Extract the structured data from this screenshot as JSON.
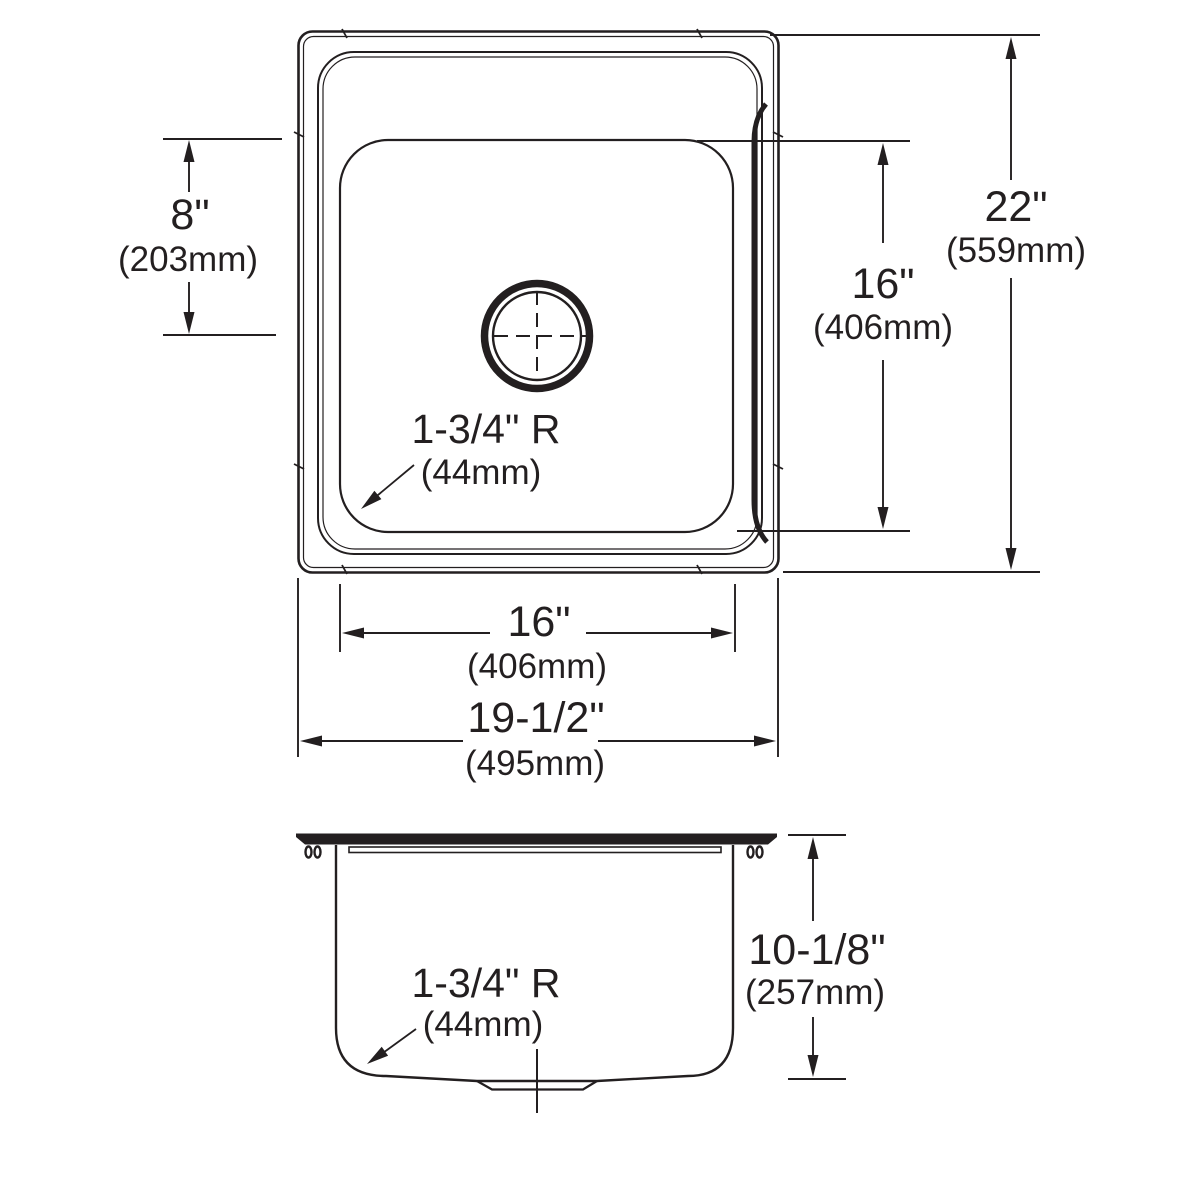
{
  "drawing": {
    "title": "Single bowl sink dimension drawing",
    "colors": {
      "ink": "#231f20",
      "background": "#ffffff"
    }
  },
  "top_view": {
    "dim_drain_offset": {
      "in": "8\"",
      "mm": "(203mm)"
    },
    "dim_overall_depth": {
      "in": "22\"",
      "mm": "(559mm)"
    },
    "dim_bowl_depth": {
      "in": "16\"",
      "mm": "(406mm)"
    },
    "dim_bowl_width": {
      "in": "16\"",
      "mm": "(406mm)"
    },
    "dim_overall_width": {
      "in": "19-1/2\"",
      "mm": "(495mm)"
    },
    "radius_note": {
      "line1": "1-3/4\" R",
      "line2": "(44mm)"
    }
  },
  "side_view": {
    "dim_bowl_height": {
      "in": "10-1/8\"",
      "mm": "(257mm)"
    },
    "radius_note": {
      "line1": "1-3/4\" R",
      "line2": "(44mm)"
    }
  }
}
